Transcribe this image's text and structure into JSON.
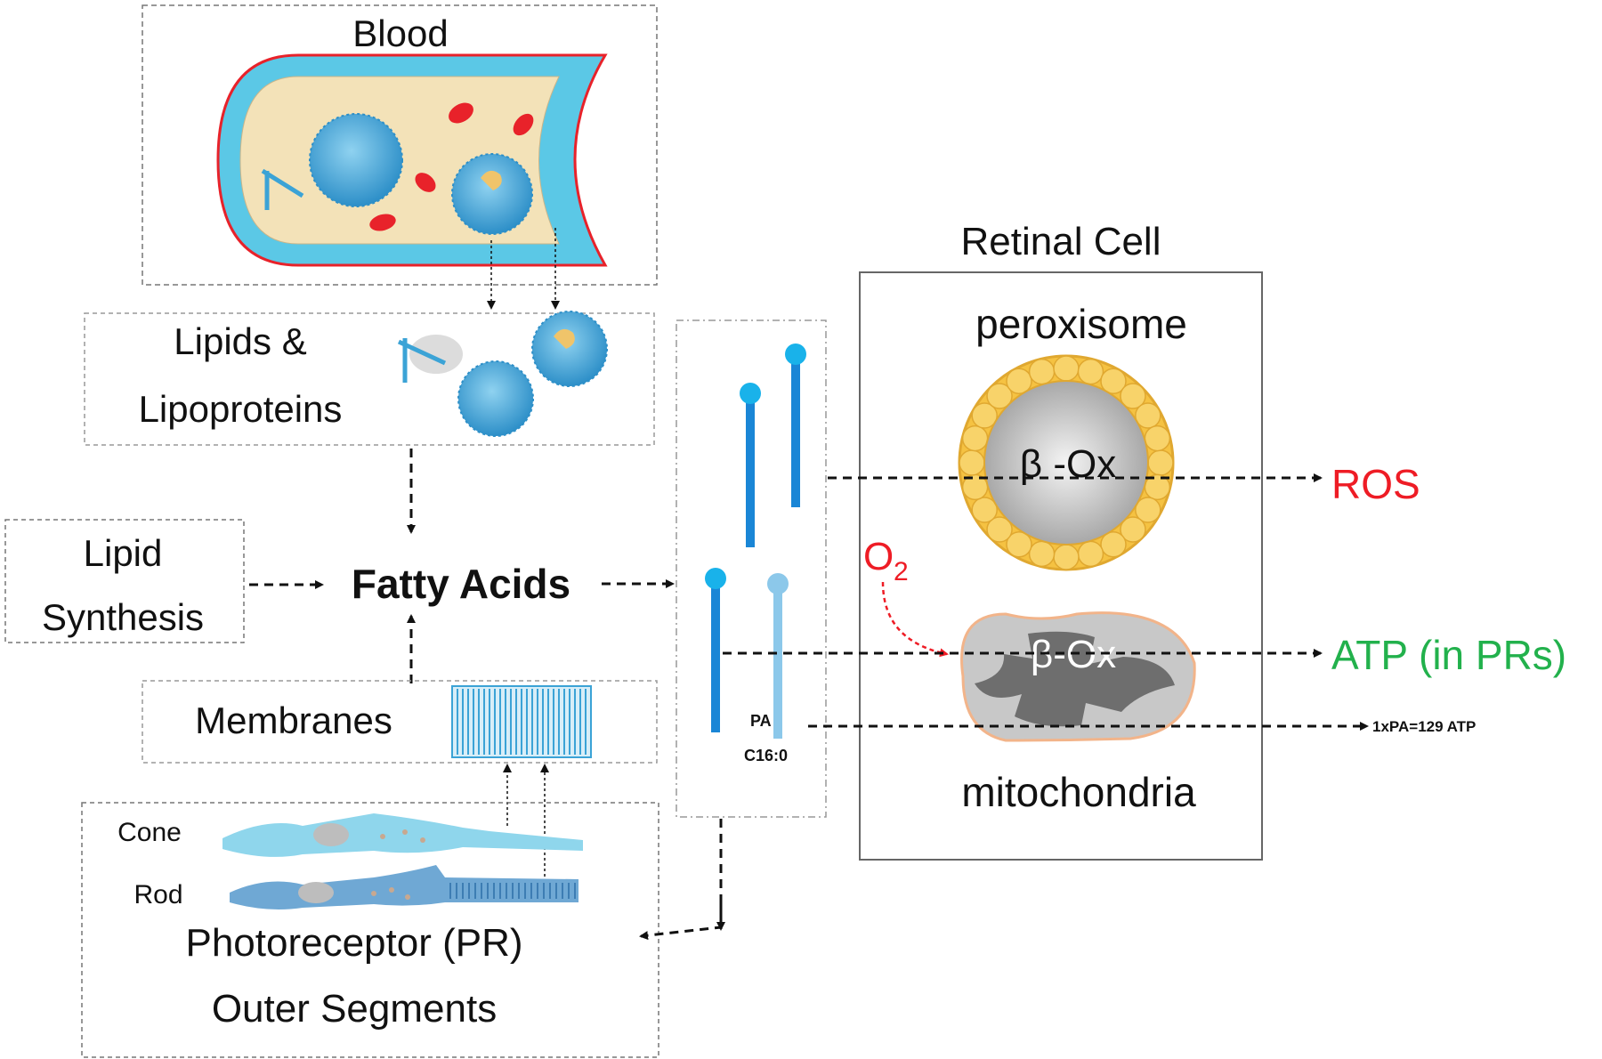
{
  "labels": {
    "blood": "Blood",
    "lipids_line1": "Lipids &",
    "lipids_line2": "Lipoproteins",
    "synthesis_line1": "Lipid",
    "synthesis_line2": "Synthesis",
    "fatty_acids": "Fatty Acids",
    "membranes": "Membranes",
    "cone": "Cone",
    "rod": "Rod",
    "pr_line1": "Photoreceptor (PR)",
    "pr_line2": "Outer Segments",
    "pa_line1": "PA",
    "pa_line2": "C16:0",
    "retinal_cell": "Retinal Cell",
    "peroxisome": "peroxisome",
    "perox_box": "β -Ox",
    "mito_box": "β-Ox",
    "mitochondria": "mitochondria",
    "o2_base": "O",
    "o2_sub": "2",
    "ros": "ROS",
    "atp": "ATP (in PRs)",
    "pa_atp": "1xPA=129 ATP"
  },
  "colors": {
    "ros": "#ee1c25",
    "o2": "#ee1c25",
    "atp": "#22b14c",
    "vessel_wall": "#5bc8e6",
    "vessel_outline": "#e8222a",
    "lumen": "#f3e2b8",
    "lipoprotein": "#3ba3d6",
    "peroxisome_ring": "#f5c242",
    "fatty_acid": "#1a86d6",
    "fatty_acid_light": "#8cc8ea"
  }
}
